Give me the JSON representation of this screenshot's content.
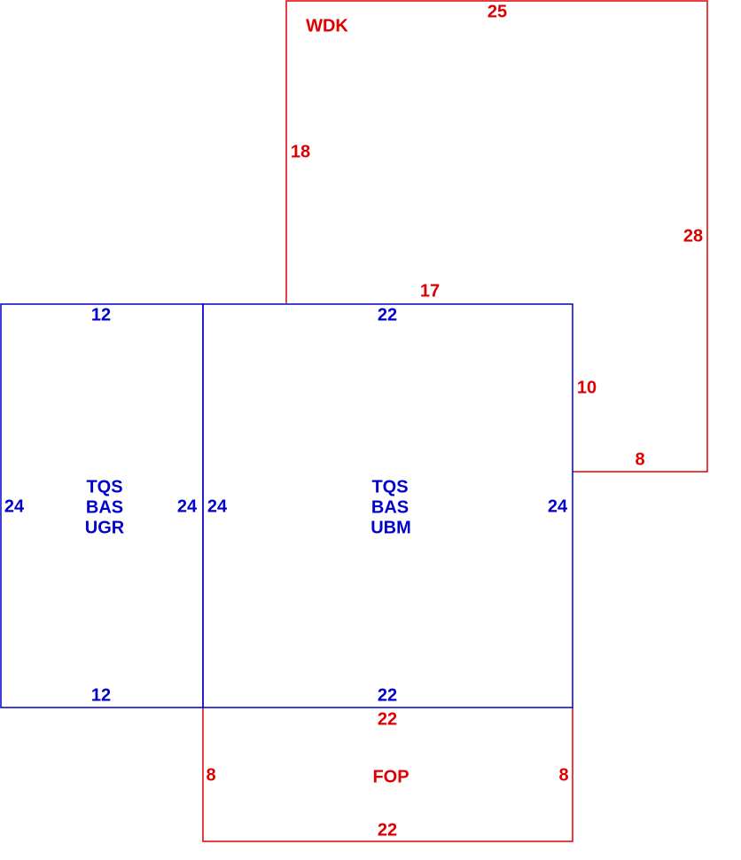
{
  "colors": {
    "living_area": "#0000cc",
    "addition": "#dd0000",
    "background": "#ffffff"
  },
  "ugr": {
    "codes": [
      "TQS",
      "BAS",
      "UGR"
    ],
    "top": "12",
    "bottom": "12",
    "left": "24",
    "right": "24"
  },
  "ubm": {
    "codes": [
      "TQS",
      "BAS",
      "UBM"
    ],
    "top": "22",
    "bottom": "22",
    "left": "24",
    "right": "24"
  },
  "wdk": {
    "code": "WDK",
    "top": "25",
    "right": "28",
    "left": "18",
    "bottom_inner": "17",
    "inner_vertical": "10",
    "bottom_step": "8"
  },
  "fop": {
    "code": "FOP",
    "top": "22",
    "bottom": "22",
    "left": "8",
    "right": "8"
  }
}
